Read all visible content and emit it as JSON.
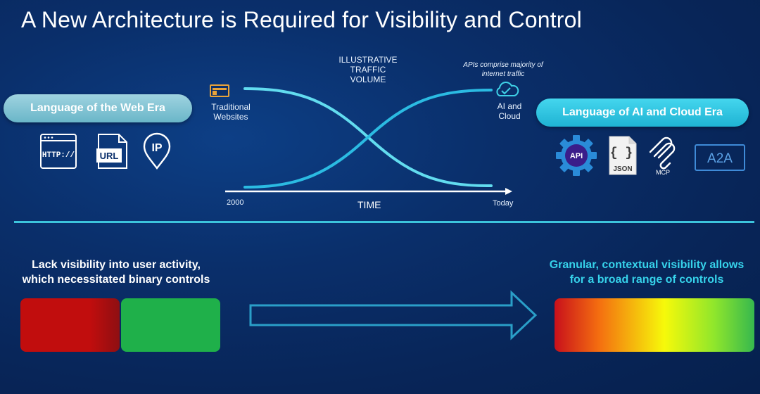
{
  "title": "A New Architecture is Required for Visibility and Control",
  "left_era": {
    "label": "Language of the Web Era",
    "icons": [
      {
        "name": "http-icon",
        "text": "HTTP://"
      },
      {
        "name": "url-icon",
        "text": "URL"
      },
      {
        "name": "ip-icon",
        "text": "IP"
      }
    ]
  },
  "right_era": {
    "label": "Language of AI and Cloud Era",
    "icons": [
      {
        "name": "api-icon",
        "text": "API"
      },
      {
        "name": "json-icon",
        "text": "JSON"
      },
      {
        "name": "mcp-icon",
        "text": "MCP"
      },
      {
        "name": "a2a-icon",
        "text": "A2A"
      }
    ]
  },
  "chart": {
    "title_lines": [
      "ILLUSTRATIVE",
      "TRAFFIC",
      "VOLUME"
    ],
    "x_start": "2000",
    "x_end": "Today",
    "x_label": "TIME",
    "series_traditional": [
      "Traditional",
      "Websites"
    ],
    "series_ai": [
      "AI and",
      "Cloud"
    ],
    "annotation": [
      "APIs comprise majority of",
      "internet traffic"
    ]
  },
  "bottom": {
    "left_text": [
      "Lack visibility into user activity,",
      "which necessitated binary controls"
    ],
    "right_text": [
      "Granular, contextual visibility allows",
      "for a broad range of controls"
    ]
  },
  "colors": {
    "accent": "#36d2ea",
    "red": "#c10d0d",
    "green": "#1fb04a"
  }
}
